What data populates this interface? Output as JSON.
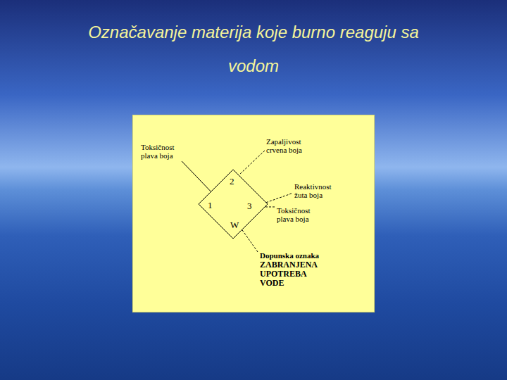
{
  "diagram": {
    "title": "Označavanje materija koje burno reaguju sa vodom",
    "nodes": [
      {
        "text": [
          "2",
          "1",
          "3",
          "W"
        ]
      }
    ],
    "labels": [
      "Toksičnost plava boja",
      "Zapaljivost crvena boja",
      "Reaktivnost žuta boja",
      "Toksičnost plava boja",
      "Dopunska oznaka",
      "ZABRANJENA UPOTREBA VODE"
    ]
  }
}
